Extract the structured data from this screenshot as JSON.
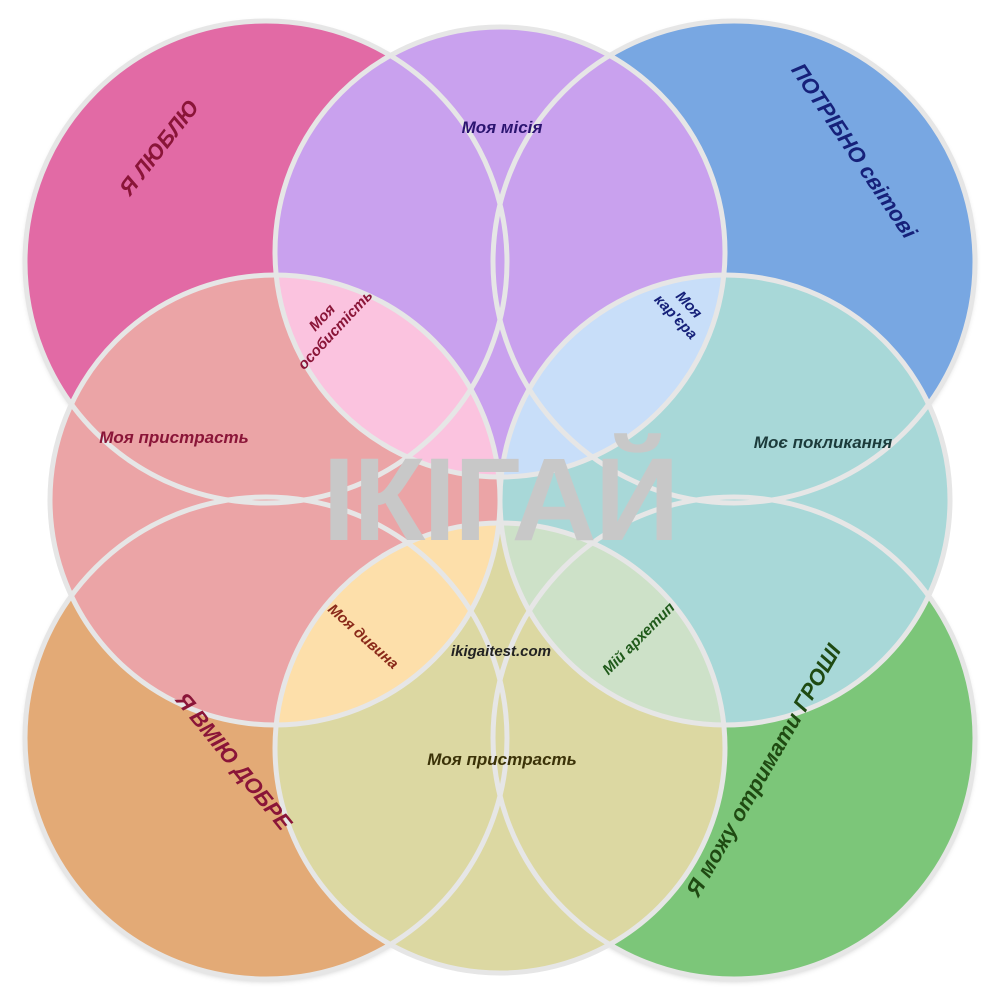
{
  "title": "ІКІГАЙ",
  "website": "ikigaitest.com",
  "circles": {
    "love": {
      "label": "Я ЛЮБЛЮ",
      "color": "#e26aa5"
    },
    "world_needs": {
      "label": "ПОТРІБНО світові",
      "color": "#78a7e2"
    },
    "good_at": {
      "label": "Я ВМІЮ ДОБРЕ",
      "color": "#e3aa76"
    },
    "paid_for": {
      "label": "Я можу отримати ГРОШІ",
      "color": "#7bc679"
    }
  },
  "zones": {
    "mission": {
      "label": "Моя місія",
      "color": "#c9a1ee"
    },
    "passion": {
      "label": "Моя пристрасть",
      "color": "#eba4a6"
    },
    "vocation": {
      "label": "Моє покликання",
      "color": "#a8d8d8"
    },
    "profession": {
      "label": "Моя пристрасть",
      "color": "#dcd8a2"
    },
    "personality": {
      "label_line1": "Моя",
      "label_line2": "особистість",
      "color": "#fbc3df"
    },
    "career": {
      "label_line1": "Моя",
      "label_line2": "кар'єра",
      "color": "#c8def9"
    },
    "oddity": {
      "label": "Моя дивина",
      "color": "#fddfaa"
    },
    "archetype": {
      "label": "Мій архетип",
      "color": "#cde1c8"
    },
    "center": {
      "color": "#ffffff"
    }
  },
  "text_colors": {
    "love": "#8a1538",
    "world_needs": "#16217a",
    "mission": "#2b1470",
    "passion": "#8a1538",
    "vocation": "#1c3b3b",
    "profession": "#3b3208",
    "personality": "#8a1538",
    "career": "#16217a",
    "oddity": "#8a2a1a",
    "archetype": "#1f5a1a",
    "good_at": "#8a1538",
    "paid_for": "#1f4a12",
    "title": "#c8c8c8",
    "website": "#222222",
    "stroke": "#e6e6e6"
  }
}
